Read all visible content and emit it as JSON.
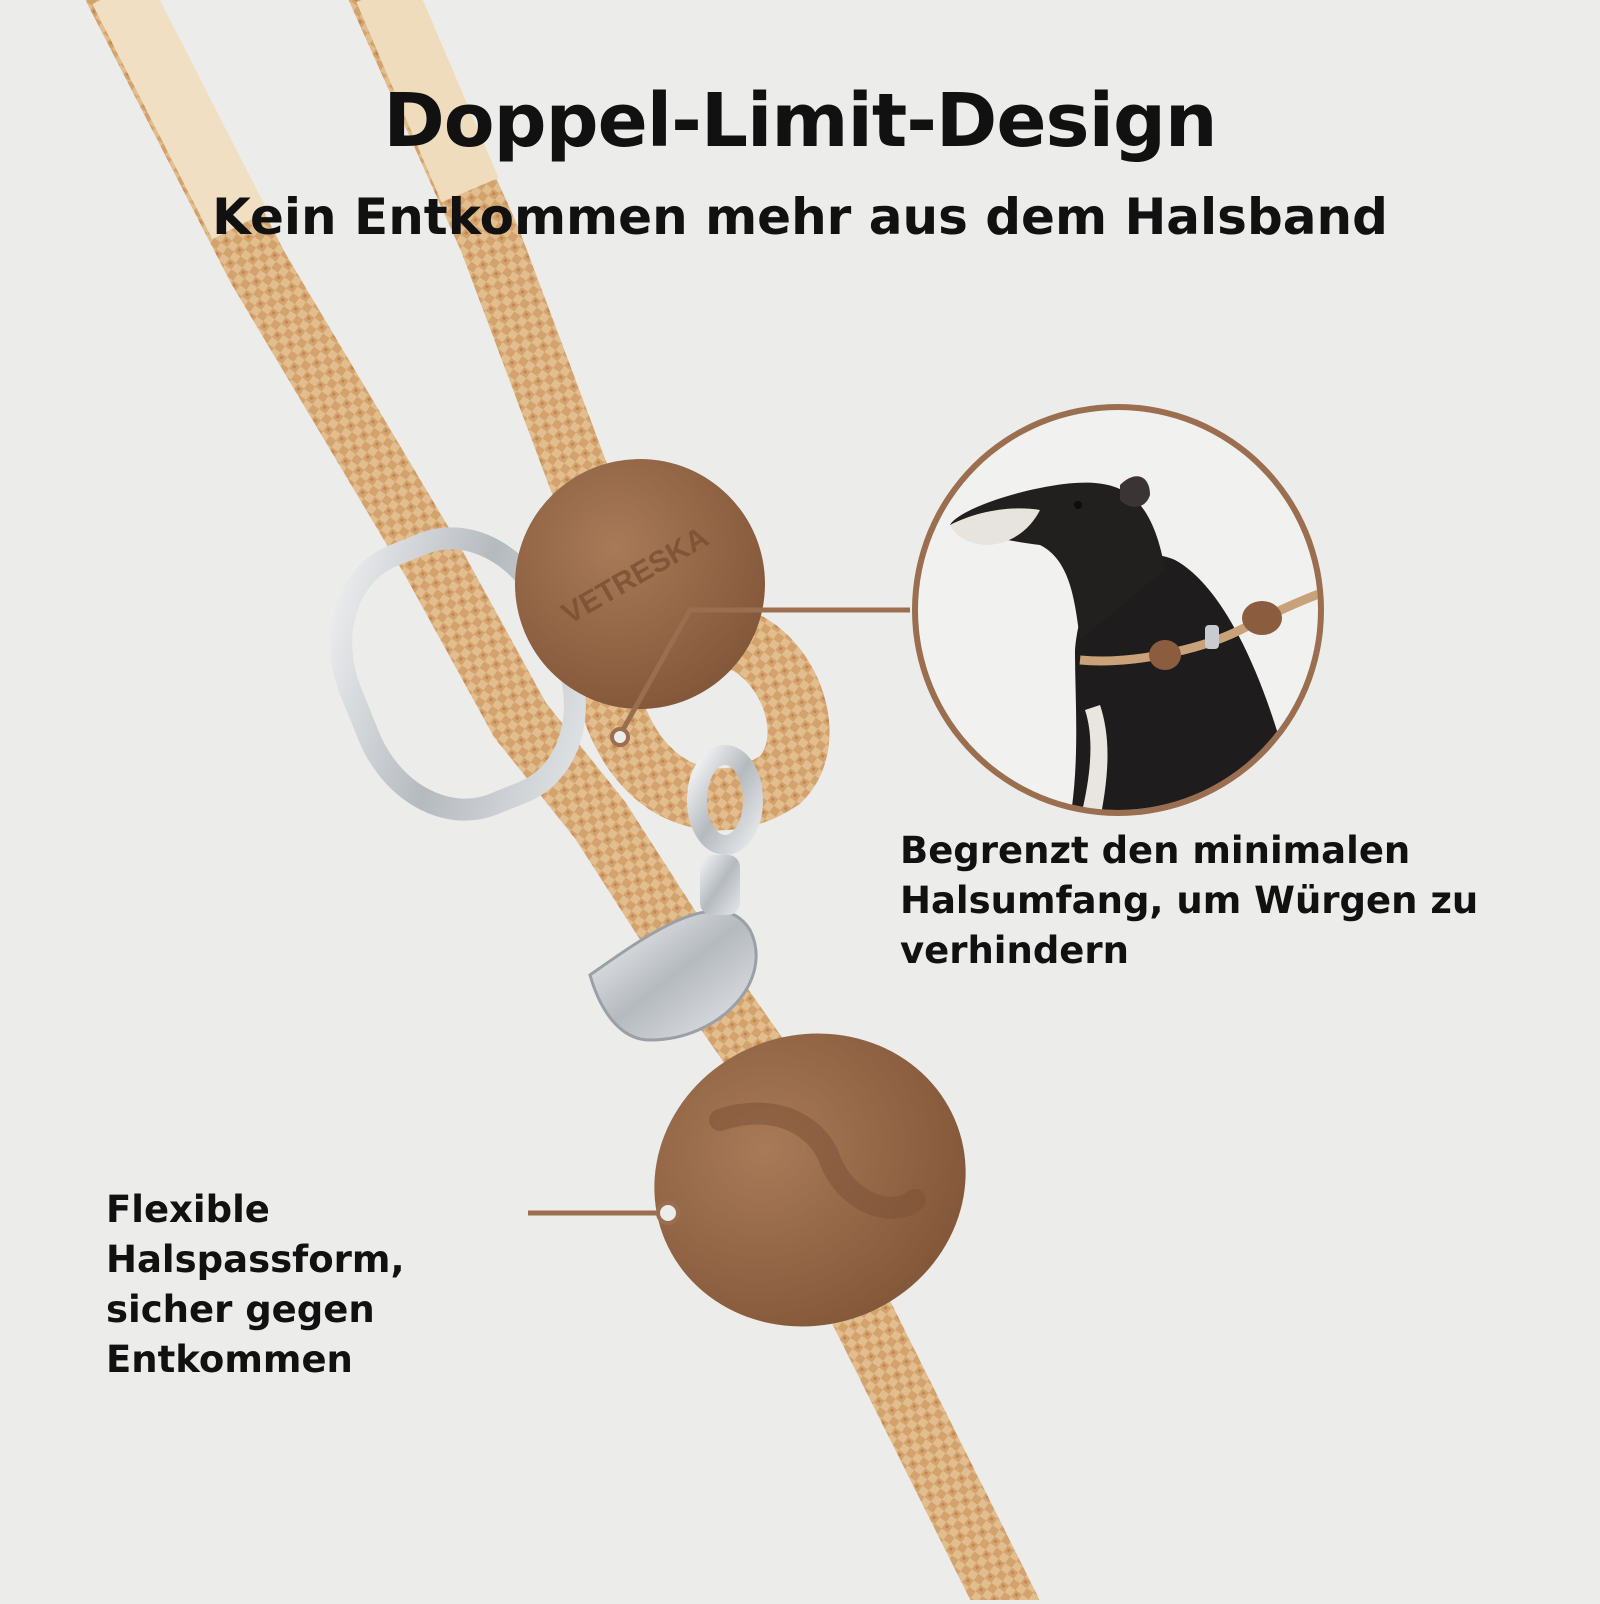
{
  "heading": {
    "title": "Doppel-Limit-Design",
    "subtitle": "Kein Entkommen mehr aus dem Halsband"
  },
  "callouts": {
    "top_right": [
      "Begrenzt den minimalen",
      "Halsumfang, um Würgen zu",
      "verhindern"
    ],
    "bottom_left": [
      "Flexible",
      "Halspassform,",
      "sicher gegen",
      "Entkommen"
    ]
  },
  "product": {
    "brand_embossed": "VETRESKA"
  },
  "colors": {
    "background": "#ececea",
    "rope": "#e0bb8c",
    "rope_pattern": "#c98e57",
    "stopper": "#98694a",
    "leader_line": "#9a6e4f",
    "metal": "#c8ccd0"
  }
}
